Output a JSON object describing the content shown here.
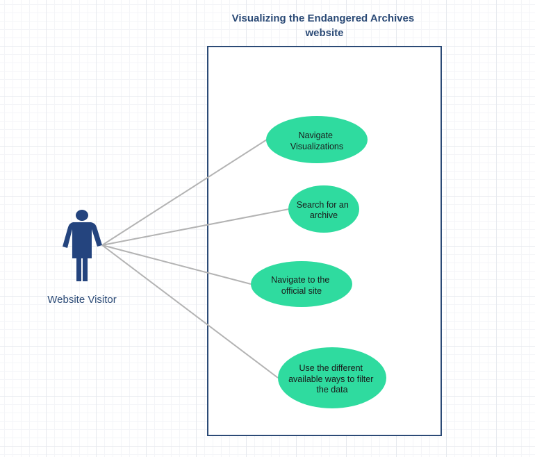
{
  "system": {
    "title_lines": [
      "Visualizing the Endangered Archives",
      "website"
    ]
  },
  "actor": {
    "label": "Website Visitor",
    "icon": "person-icon"
  },
  "use_cases": [
    {
      "id": "navigate-visualizations",
      "lines": [
        "Navigate",
        "Visualizations"
      ]
    },
    {
      "id": "search-archive",
      "lines": [
        "Search for an",
        "archive"
      ]
    },
    {
      "id": "navigate-official-site",
      "lines": [
        "Navigate to the",
        "official site"
      ]
    },
    {
      "id": "filter-data",
      "lines": [
        "Use the different",
        "available ways to filter",
        "the data"
      ]
    }
  ],
  "colors": {
    "use_case_fill": "#2fdb9f",
    "boundary_stroke": "#2b4a76",
    "actor_fill": "#24447e",
    "line": "#b3b3b3"
  }
}
